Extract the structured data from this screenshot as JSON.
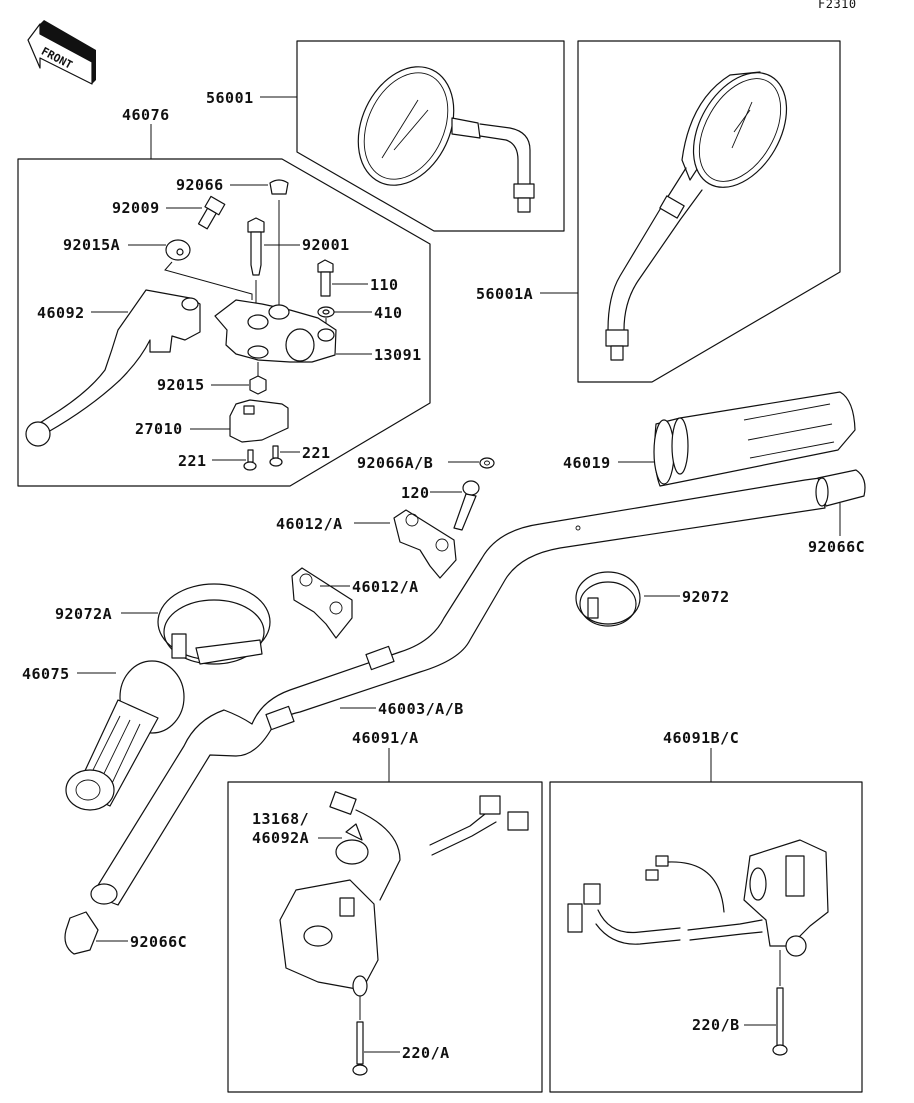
{
  "figure_id": "F2310",
  "front_indicator": {
    "label": "FRONT",
    "icon": "front-arrow-icon"
  },
  "groups": [
    {
      "id": "46076",
      "label": "46076",
      "description": "brake lever assembly group"
    },
    {
      "id": "56001",
      "label": "56001",
      "description": "right mirror group"
    },
    {
      "id": "56001A",
      "label": "56001A",
      "description": "left mirror group"
    },
    {
      "id": "46091A",
      "label": "46091/A",
      "description": "left switch housing group"
    },
    {
      "id": "46091BC",
      "label": "46091B/C",
      "description": "right switch housing group"
    }
  ],
  "callouts": {
    "c92066": "92066",
    "c92009": "92009",
    "c92015A": "92015A",
    "c92001": "92001",
    "c110": "110",
    "c410": "410",
    "c46092": "46092",
    "c13091": "13091",
    "c92015": "92015",
    "c27010": "27010",
    "c221a": "221",
    "c221b": "221",
    "c92066AB": "92066A/B",
    "c120": "120",
    "c46012A_1": "46012/A",
    "c46012A_2": "46012/A",
    "c46019": "46019",
    "c92066C_r": "92066C",
    "c92072A": "92072A",
    "c92072": "92072",
    "c46075": "46075",
    "c46003AB": "46003/A/B",
    "c13168": "13168/",
    "c46092A": "46092A",
    "c220A": "220/A",
    "c220B": "220/B",
    "c92066C_l": "92066C"
  }
}
